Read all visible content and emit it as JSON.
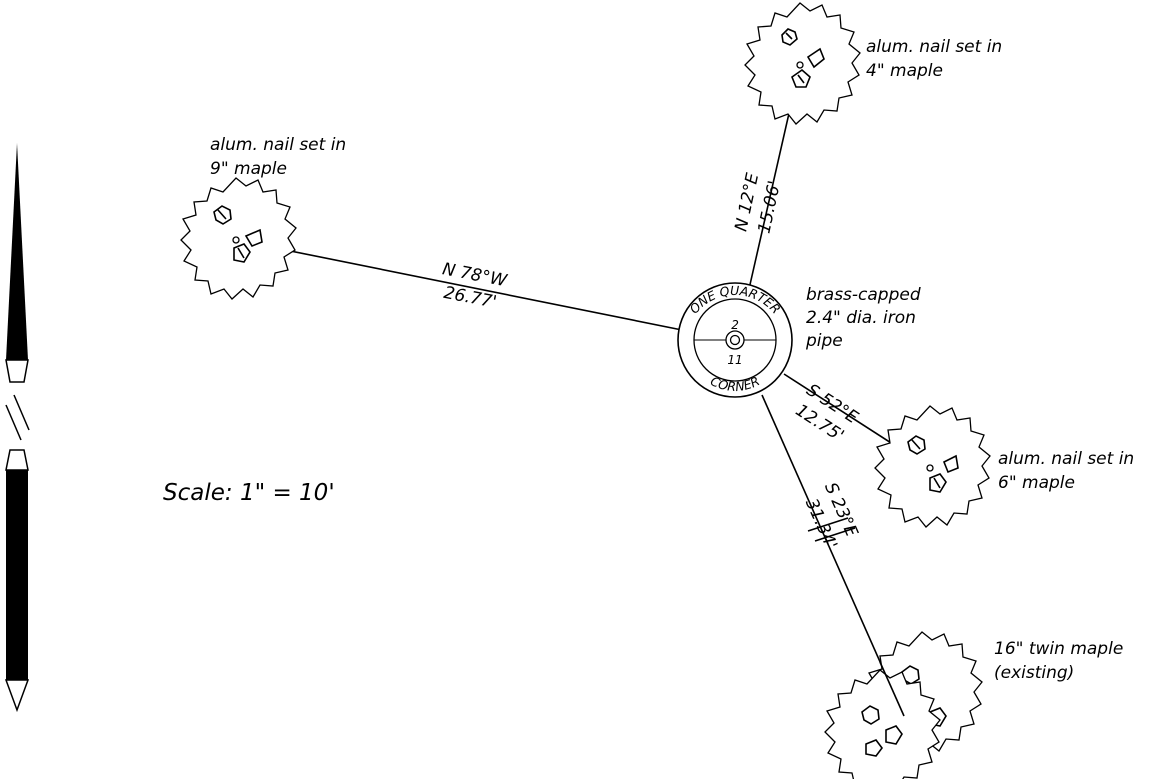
{
  "monument": {
    "ring_top": "ONE QUARTER",
    "ring_bottom": "CORNER",
    "section_top": "2",
    "section_bottom": "11",
    "note_lines": [
      "brass-capped",
      "2.4\" dia. iron",
      "pipe"
    ]
  },
  "witnesses": [
    {
      "id": "ne",
      "bearing": "N 12°E",
      "distance": "15.06'",
      "note_lines": [
        "alum. nail set in",
        "4\" maple"
      ]
    },
    {
      "id": "w",
      "bearing": "N 78°W",
      "distance": "26.77'",
      "note_lines": [
        "alum. nail set in",
        "9\" maple"
      ]
    },
    {
      "id": "se",
      "bearing": "S 52°E",
      "distance": "12.75'",
      "note_lines": [
        "alum. nail set in",
        "6\" maple"
      ]
    },
    {
      "id": "sse",
      "bearing": "S 23°E",
      "distance": "31.34'",
      "note_lines": [
        "16\" twin maple",
        "(existing)"
      ]
    }
  ],
  "scale_text": "Scale: 1\" = 10'",
  "icons": [
    "north-arrow-icon",
    "tree-icon",
    "monument-icon"
  ]
}
